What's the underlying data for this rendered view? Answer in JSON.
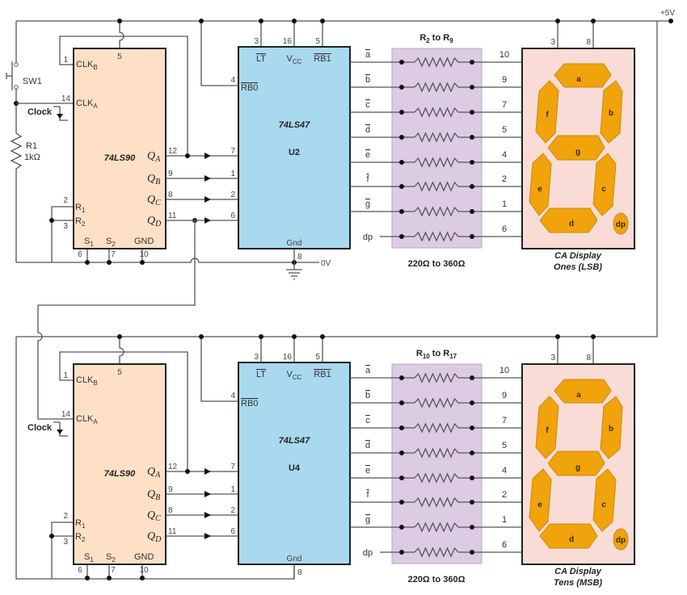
{
  "supply": {
    "vcc_label": "+5V",
    "gnd_label": "0V"
  },
  "switch": {
    "label": "SW1"
  },
  "r1": {
    "name": "R1",
    "value": "1kΩ"
  },
  "counter_ic": {
    "name": "74LS90",
    "pin_vcc": "5",
    "clkb": {
      "pin": "1",
      "label": "CLK",
      "sub": "B"
    },
    "clka": {
      "pin": "14",
      "label": "CLK",
      "sub": "A"
    },
    "outputs": [
      {
        "label": "Q",
        "sub": "A",
        "pin": "12"
      },
      {
        "label": "Q",
        "sub": "B",
        "pin": "9"
      },
      {
        "label": "Q",
        "sub": "C",
        "pin": "8"
      },
      {
        "label": "Q",
        "sub": "D",
        "pin": "11"
      }
    ],
    "resets": [
      {
        "label": "R",
        "sub": "1",
        "pin": "2"
      },
      {
        "label": "R",
        "sub": "2",
        "pin": "3"
      }
    ],
    "bottom": [
      {
        "label": "S",
        "sub": "1",
        "pin": "6"
      },
      {
        "label": "S",
        "sub": "2",
        "pin": "7"
      },
      {
        "label": "GND",
        "sub": "",
        "pin": "10"
      }
    ]
  },
  "decoder_ic": {
    "name": "74LS47",
    "top_pins": [
      {
        "pin": "3",
        "label": "LT",
        "sub": ""
      },
      {
        "pin": "16",
        "label": "V",
        "sub": "CC"
      },
      {
        "pin": "5",
        "label": "RB1",
        "sub": ""
      }
    ],
    "rb0_pin": "4",
    "rb0": "RB0",
    "gnd": "Gnd",
    "gnd_pin": "8",
    "inputs": [
      "7",
      "1",
      "2",
      "6"
    ],
    "outputs": [
      {
        "seg": "a",
        "pin": "10"
      },
      {
        "seg": "b",
        "pin": "9"
      },
      {
        "seg": "c",
        "pin": "7"
      },
      {
        "seg": "d",
        "pin": "5"
      },
      {
        "seg": "e",
        "pin": "4"
      },
      {
        "seg": "f",
        "pin": "2"
      },
      {
        "seg": "g",
        "pin": "1"
      },
      {
        "seg": "dp",
        "pin": "6"
      }
    ]
  },
  "resistor_array": {
    "prefix": "R",
    "joiner": " to R"
  },
  "display_ic": {
    "pins": [
      "3",
      "8"
    ],
    "segments": {
      "a": "a",
      "b": "b",
      "c": "c",
      "d": "d",
      "e": "e",
      "f": "f",
      "g": "g",
      "dp": "dp"
    },
    "segment_color": "#f0a30a"
  },
  "stages": [
    {
      "clock_label": "Clock",
      "decoder_ref": "U2",
      "res_first": "2",
      "res_last": "9",
      "res_value": "220Ω to 360Ω",
      "display_line1": "CA Display",
      "display_line2": "Ones (LSB)"
    },
    {
      "clock_label": "Clock",
      "decoder_ref": "U4",
      "res_first": "10",
      "res_last": "17",
      "res_value": "220Ω to 360Ω",
      "display_line1": "CA Display",
      "display_line2": "Tens (MSB)"
    }
  ]
}
